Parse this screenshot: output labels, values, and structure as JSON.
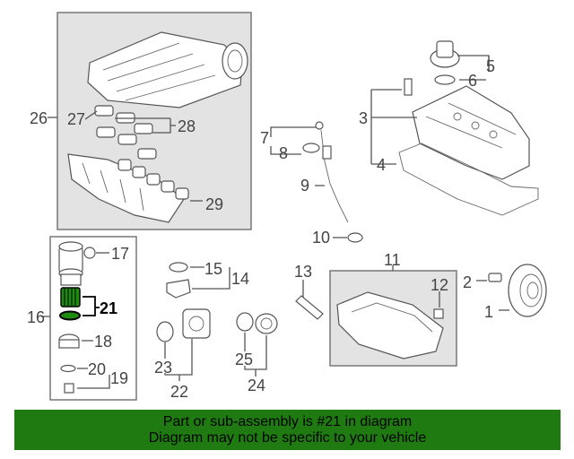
{
  "callouts": {
    "c1": "1",
    "c2": "2",
    "c3": "3",
    "c4": "4",
    "c5": "5",
    "c6": "6",
    "c7": "7",
    "c8": "8",
    "c9": "9",
    "c10": "10",
    "c11": "11",
    "c12": "12",
    "c13": "13",
    "c14": "14",
    "c15": "15",
    "c16": "16",
    "c17": "17",
    "c18": "18",
    "c19": "19",
    "c20": "20",
    "c21": "21",
    "c22": "22",
    "c23": "23",
    "c24": "24",
    "c25": "25",
    "c26": "26",
    "c27": "27",
    "c28": "28",
    "c29": "29"
  },
  "colors": {
    "highlight_part": "#1f8a10",
    "banner": "#1f7a12",
    "panel_gray": "#e3e3e3"
  },
  "banner": {
    "line1": "Part or sub-assembly is #21 in diagram",
    "line2": "Diagram may not be specific to your vehicle"
  }
}
